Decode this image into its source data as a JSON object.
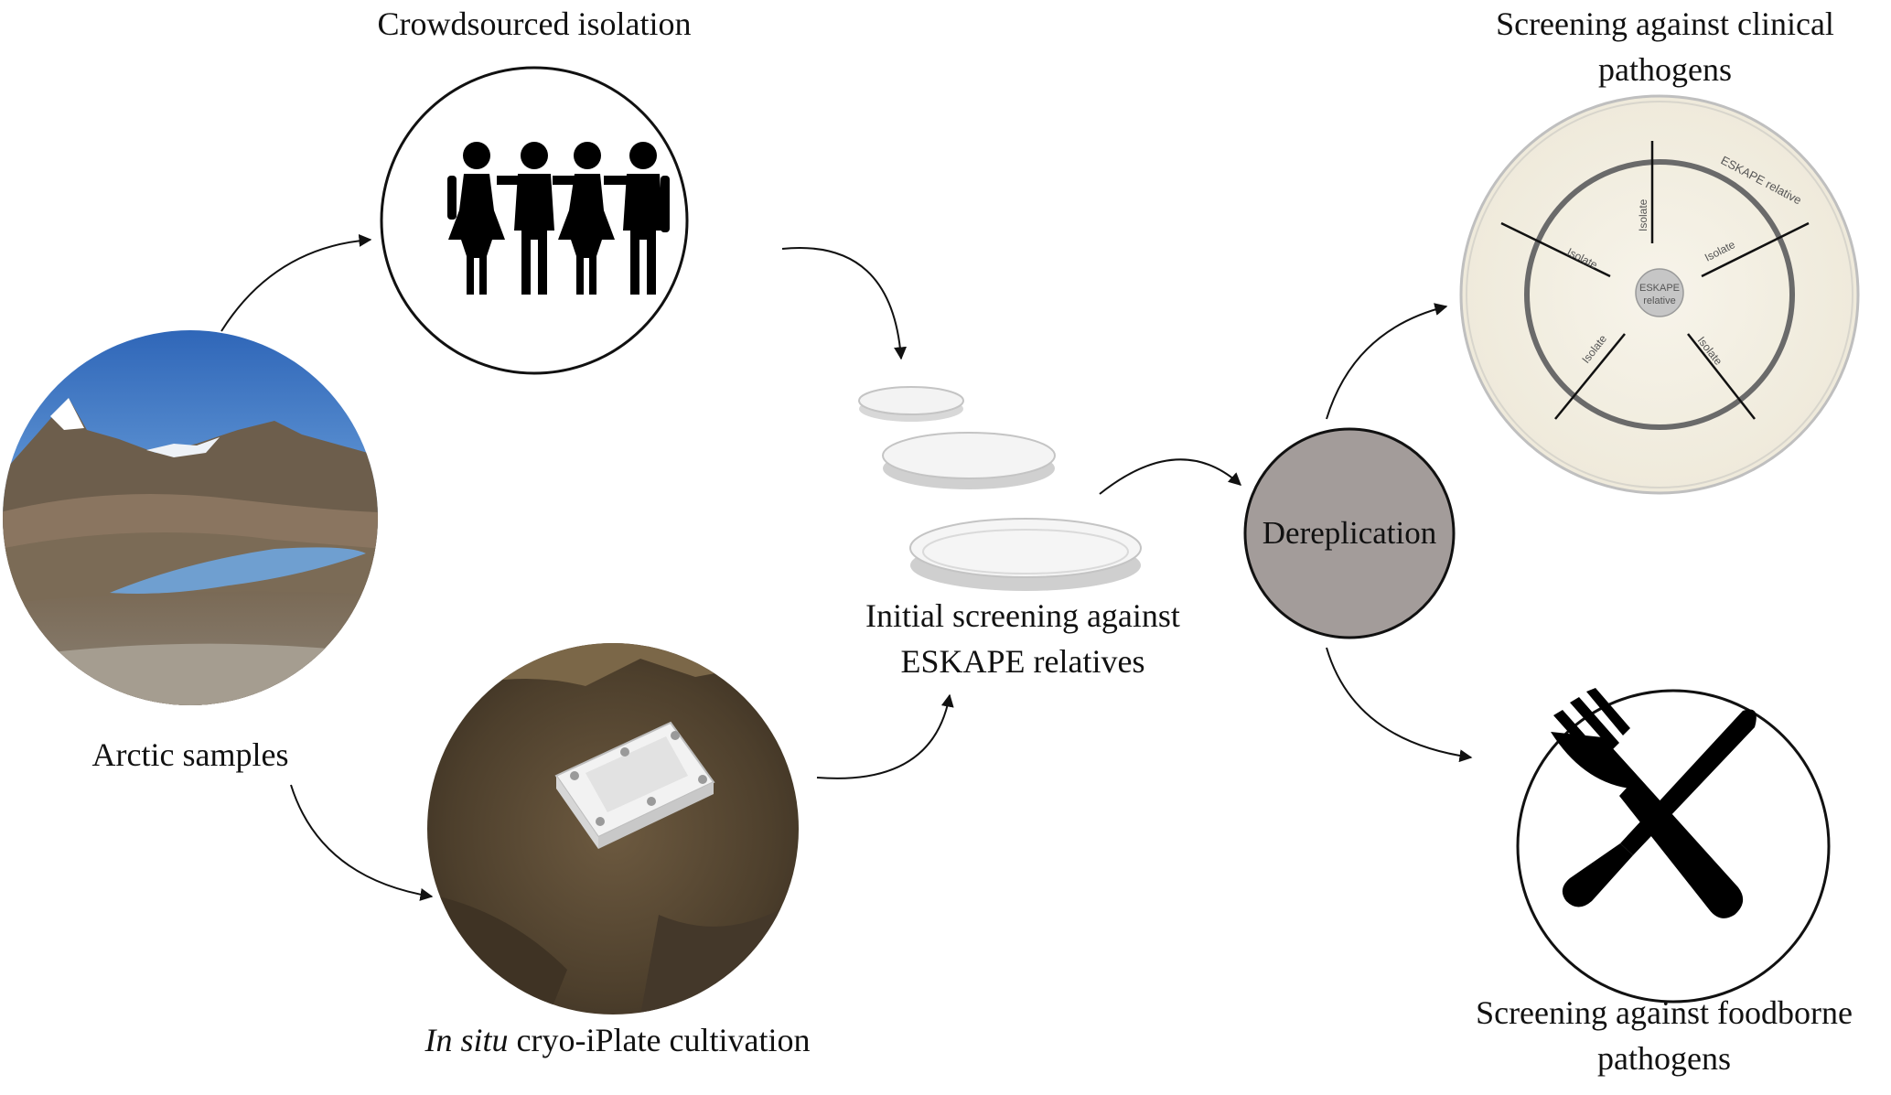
{
  "labels": {
    "crowdsourced": "Crowdsourced isolation",
    "arctic": "Arctic samples",
    "insitu_italic": "In situ",
    "insitu_rest": " cryo-iPlate cultivation",
    "initial_line1": "Initial screening against",
    "initial_line2": "ESKAPE relatives",
    "dereplication": "Dereplication",
    "clinical_line1": "Screening against clinical",
    "clinical_line2": "pathogens",
    "foodborne_line1": "Screening against foodborne",
    "foodborne_line2": "pathogens"
  },
  "plate": {
    "outer_ring": "ESKAPE relative",
    "center_line1": "ESKAPE",
    "center_line2": "relative",
    "isolate": "Isolate"
  },
  "colors": {
    "dereplication_fill": "#a39c9a",
    "sky": "#3f78c4",
    "soil": "#5a4a35",
    "plate_bg": "#f4f1e6"
  },
  "icons": [
    "people-icon",
    "fork-knife-icon",
    "petri-dish-icon"
  ]
}
